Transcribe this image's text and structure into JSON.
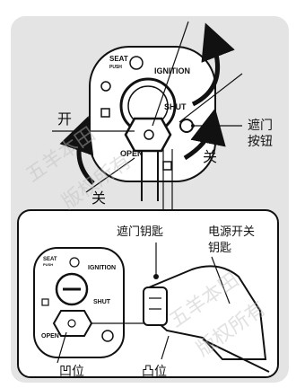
{
  "diagram": {
    "top_panel": {
      "labels": {
        "kai": "开",
        "guan_left": "关",
        "guan_right": "关",
        "shutter_button": [
          "遮门",
          "按钮"
        ]
      },
      "switch_text": {
        "seat": "SEAT",
        "push": "PUSH",
        "ignition": "IGNITION",
        "shut": "SHUT",
        "open": "OPEN"
      }
    },
    "bottom_panel": {
      "labels": {
        "shutter_key": "遮门钥匙",
        "power_key": [
          "电源开关",
          "钥匙"
        ],
        "notch": "凹位",
        "bump": "凸位"
      },
      "switch_text": {
        "seat": "SEAT",
        "push": "PUSH",
        "ignition": "IGNITION",
        "shut": "SHUT",
        "open": "OPEN"
      }
    },
    "watermark": [
      "五羊本田",
      "版权所有"
    ]
  },
  "colors": {
    "background": "#ffffff",
    "panel_fill": "#e4e4e4",
    "line": "#111111",
    "watermark": "#bdbdbd"
  }
}
